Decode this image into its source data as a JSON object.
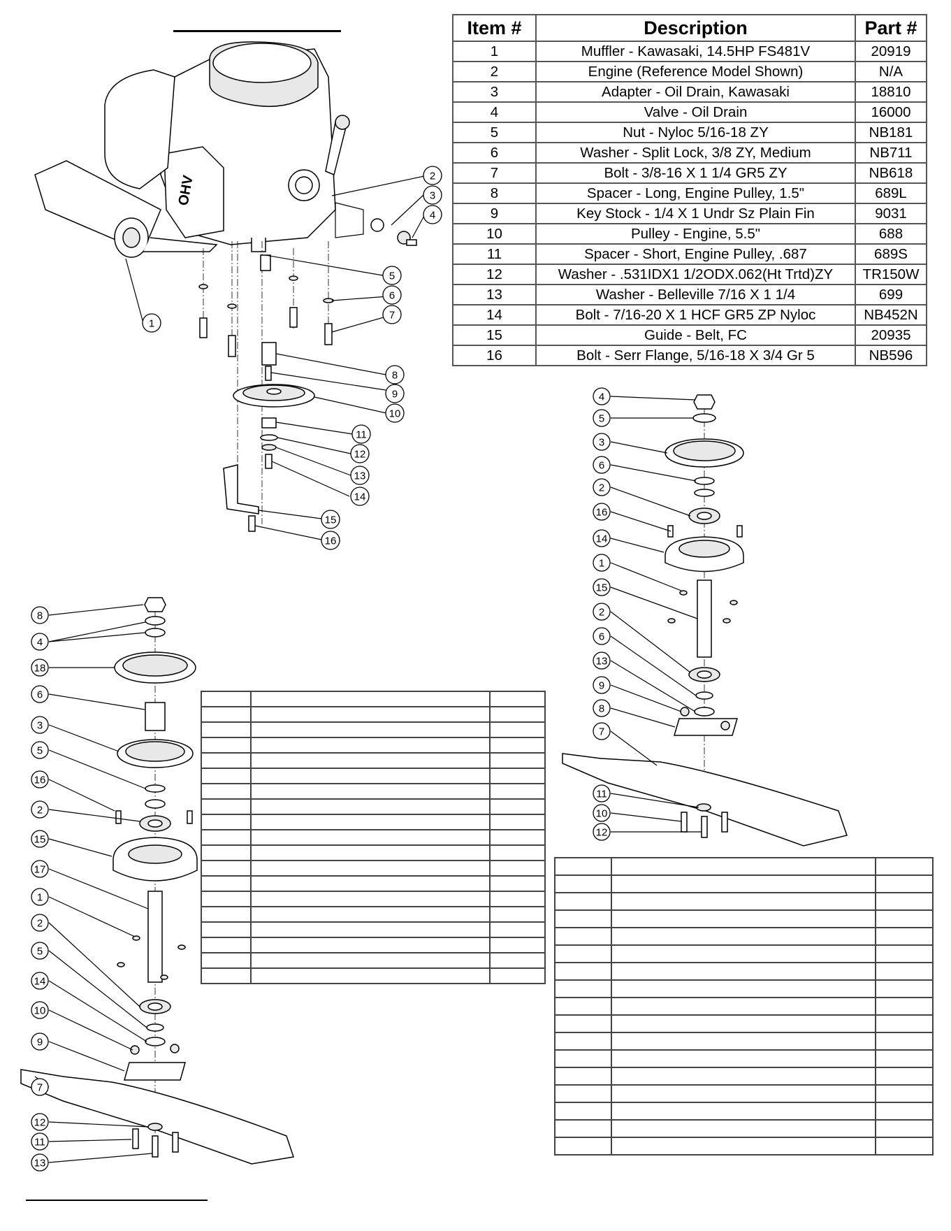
{
  "parts_table": {
    "headers": [
      "Item #",
      "Description",
      "Part #"
    ],
    "rows": [
      [
        "1",
        "Muffler - Kawasaki, 14.5HP FS481V",
        "20919"
      ],
      [
        "2",
        "Engine (Reference Model Shown)",
        "N/A"
      ],
      [
        "3",
        "Adapter - Oil Drain, Kawasaki",
        "18810"
      ],
      [
        "4",
        "Valve - Oil Drain",
        "16000"
      ],
      [
        "5",
        "Nut - Nyloc 5/16-18 ZY",
        "NB181"
      ],
      [
        "6",
        "Washer - Split Lock, 3/8 ZY, Medium",
        "NB711"
      ],
      [
        "7",
        "Bolt - 3/8-16 X 1 1/4 GR5 ZY",
        "NB618"
      ],
      [
        "8",
        "Spacer - Long, Engine Pulley, 1.5\"",
        "689L"
      ],
      [
        "9",
        "Key Stock - 1/4 X 1 Undr Sz Plain Fin",
        "9031"
      ],
      [
        "10",
        "Pulley - Engine, 5.5\"",
        "688"
      ],
      [
        "11",
        "Spacer - Short, Engine Pulley, .687",
        "689S"
      ],
      [
        "12",
        "Washer - .531IDX1 1/2ODX.062(Ht Trtd)ZY",
        "TR150W"
      ],
      [
        "13",
        "Washer - Belleville 7/16 X 1 1/4",
        "699"
      ],
      [
        "14",
        "Bolt - 7/16-20 X 1 HCF GR5 ZP Nyloc",
        "NB452N"
      ],
      [
        "15",
        "Guide - Belt, FC",
        "20935"
      ],
      [
        "16",
        "Bolt - Serr Flange, 5/16-18 X 3/4 Gr 5",
        "NB596"
      ]
    ]
  },
  "engine_diagram": {
    "decal_text": "OHV",
    "callouts": [
      "1",
      "2",
      "3",
      "4",
      "5",
      "6",
      "7",
      "8",
      "9",
      "10",
      "11",
      "12",
      "13",
      "14",
      "15",
      "16"
    ]
  },
  "spindle_diagram_left": {
    "callouts": [
      "8",
      "4",
      "18",
      "6",
      "3",
      "5",
      "16",
      "2",
      "15",
      "17",
      "1",
      "2",
      "5",
      "14",
      "10",
      "9",
      "7",
      "12",
      "11",
      "13"
    ]
  },
  "spindle_diagram_right": {
    "callouts": [
      "4",
      "5",
      "3",
      "6",
      "2",
      "16",
      "14",
      "1",
      "15",
      "2",
      "6",
      "13",
      "9",
      "8",
      "7",
      "11",
      "10",
      "12"
    ]
  },
  "blank_table_left_rows": 19,
  "blank_table_right_rows": 17
}
